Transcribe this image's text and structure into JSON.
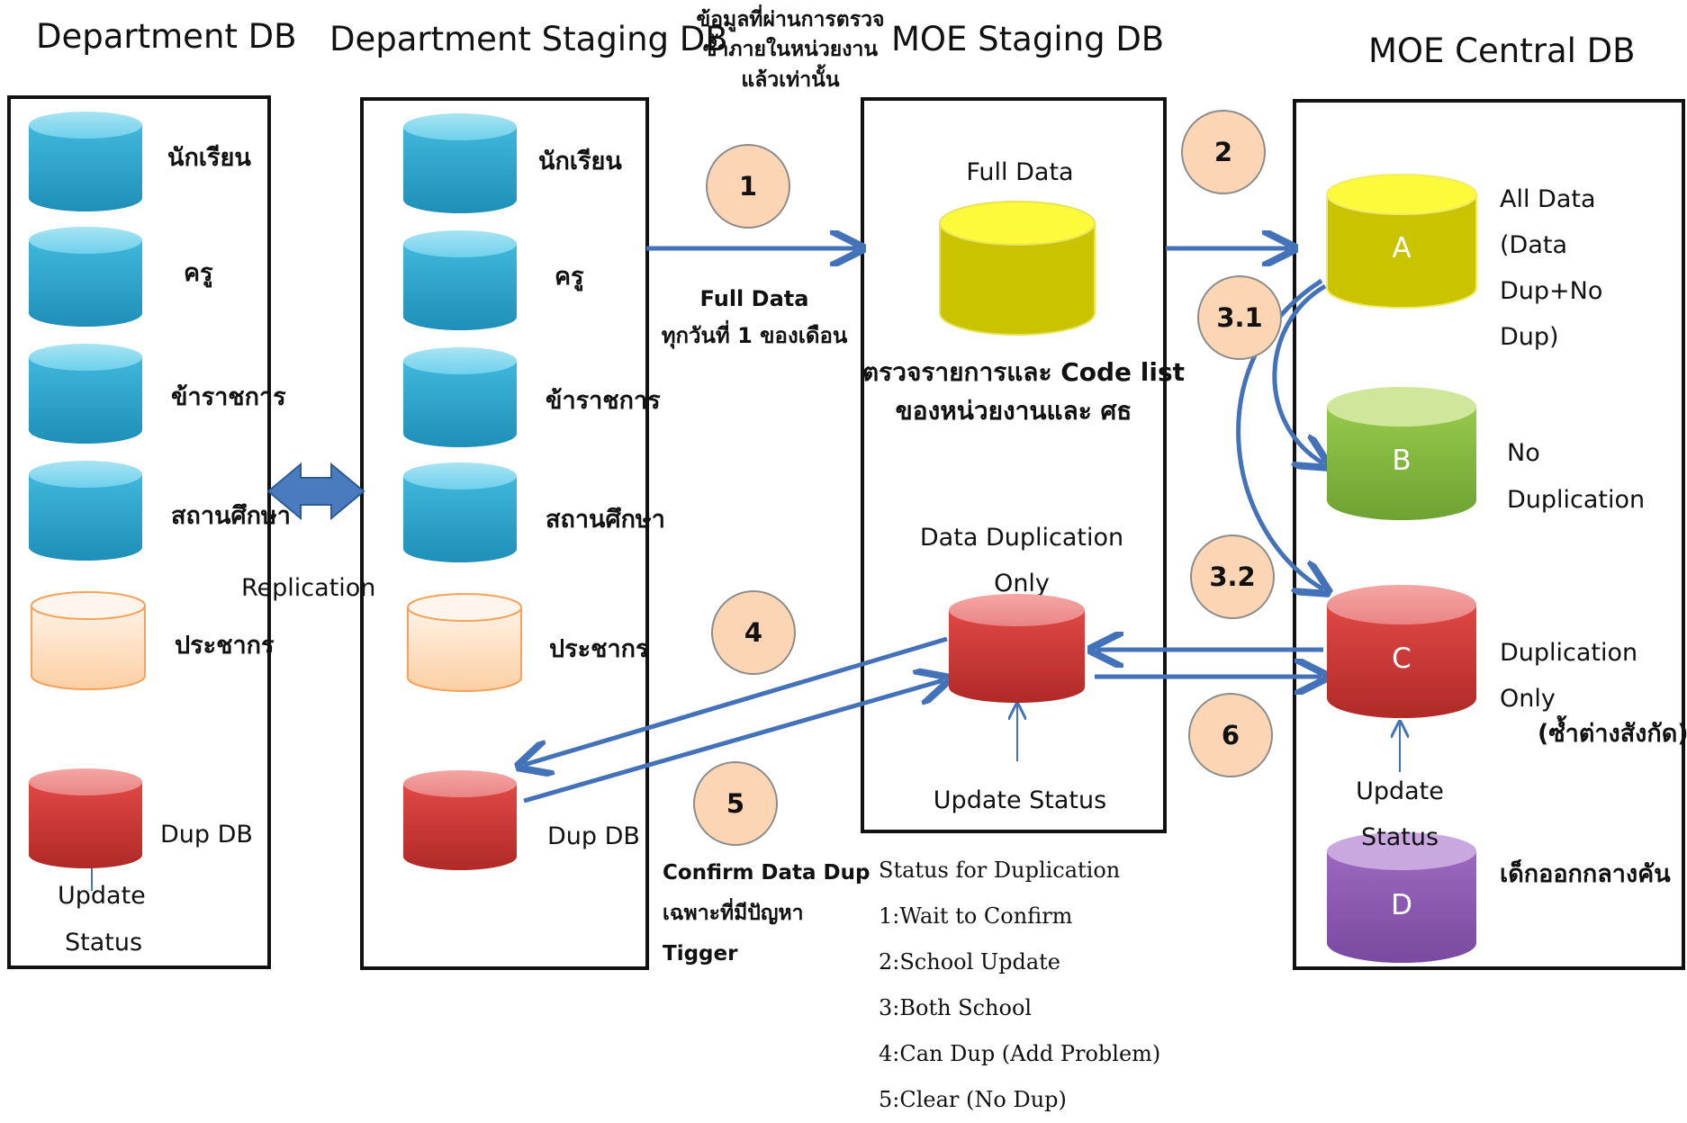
{
  "headers": {
    "dept_db": "Department DB",
    "dept_staging": "Department Staging DB",
    "moe_staging": "MOE Staging DB",
    "moe_central": "MOE Central DB"
  },
  "dept_db": {
    "items": [
      "นักเรียน",
      "ครู",
      "ข้าราชการ",
      "สถานศึกษา",
      "ประชากร"
    ],
    "dup_label": "Dup DB",
    "update_line1": "Update",
    "update_line2": "Status"
  },
  "dept_staging": {
    "items": [
      "นักเรียน",
      "ครู",
      "ข้าราชการ",
      "สถานศึกษา",
      "ประชากร"
    ],
    "dup_label": "Dup DB"
  },
  "replication": "Replication",
  "top_note": [
    "ข้อมูลที่ผ่านการตรวจ",
    "ซ้ำภายในหน่วยงาน",
    "แล้วเท่านั้น"
  ],
  "flow1": {
    "num": "1",
    "line1": "Full Data",
    "line2": "ทุกวันที่ 1 ของเดือน"
  },
  "moe_staging": {
    "full_data": "Full Data",
    "check_line1": "ตรวจรายการและ Code list",
    "check_line2": "ของหน่วยงานและ ศธ",
    "dup_line1": "Data Duplication",
    "dup_line2": "Only",
    "update_status": "Update Status"
  },
  "flows": {
    "n2": "2",
    "n31": "3.1",
    "n32": "3.2",
    "n4": "4",
    "n5": "5",
    "n6": "6"
  },
  "flow5_text": [
    "Confirm Data Dup",
    "เฉพาะที่มีปัญหา",
    "Tigger"
  ],
  "central": {
    "a_letter": "A",
    "a_label": [
      "All Data",
      "(Data",
      "Dup+No",
      "Dup)"
    ],
    "b_letter": "B",
    "b_label": [
      "No",
      "Duplication"
    ],
    "c_letter": "C",
    "c_label": [
      "Duplication",
      "Only",
      "(ซ้ำต่างสังกัด)"
    ],
    "update_line1": "Update",
    "update_line2": "Status",
    "d_letter": "D",
    "d_label": "เด็กออกกลางคัน"
  },
  "status_legend": {
    "title": "Status for Duplication",
    "items": [
      "1:Wait to Confirm",
      "2:School Update",
      "3:Both School",
      "4:Can Dup (Add Problem)",
      "5:Clear (No Dup)"
    ]
  },
  "colors": {
    "blue_cylinder": "#3bb4d8",
    "orange_cylinder": "#fdd9b8",
    "red_cylinder": "#d9413f",
    "yellow_cylinder": "#c9c300",
    "green_cylinder": "#8dc044",
    "purple_cylinder": "#8e5cb3",
    "arrow": "#4472b8",
    "circle_fill": "#fcd5b4"
  }
}
